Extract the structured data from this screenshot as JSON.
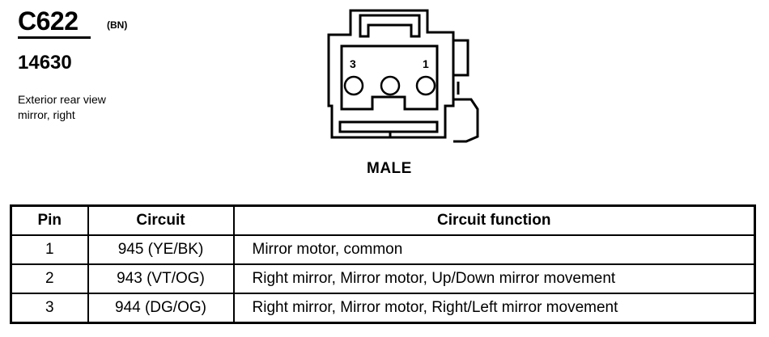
{
  "connector": {
    "id": "C622",
    "color_code": "(BN)",
    "part_number": "14630",
    "description_lines": [
      "Exterior rear view",
      "mirror, right"
    ],
    "gender": "MALE",
    "pin_labels": [
      "3",
      "1"
    ]
  },
  "table": {
    "headers": [
      "Pin",
      "Circuit",
      "Circuit function"
    ],
    "rows": [
      {
        "pin": "1",
        "circuit": "945 (YE/BK)",
        "function": "Mirror motor, common"
      },
      {
        "pin": "2",
        "circuit": "943 (VT/OG)",
        "function": "Right mirror, Mirror motor, Up/Down mirror movement"
      },
      {
        "pin": "3",
        "circuit": "944 (DG/OG)",
        "function": "Right mirror, Mirror motor, Right/Left mirror movement"
      }
    ]
  }
}
